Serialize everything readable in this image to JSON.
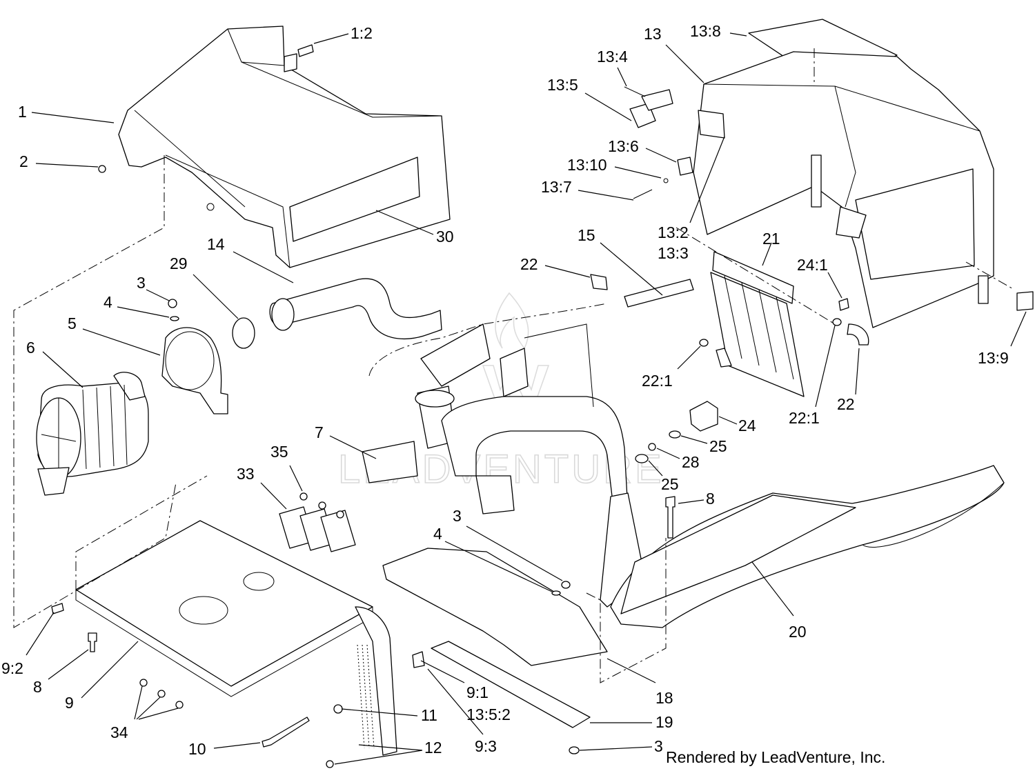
{
  "watermark": {
    "text": "LEADVENTURE"
  },
  "credit": "Rendered by LeadVenture, Inc.",
  "callouts": [
    {
      "id": "1:2",
      "text": "1:2"
    },
    {
      "id": "1",
      "text": "1"
    },
    {
      "id": "2",
      "text": "2"
    },
    {
      "id": "30",
      "text": "30"
    },
    {
      "id": "14",
      "text": "14"
    },
    {
      "id": "29",
      "text": "29"
    },
    {
      "id": "3-a",
      "text": "3"
    },
    {
      "id": "4-a",
      "text": "4"
    },
    {
      "id": "5",
      "text": "5"
    },
    {
      "id": "6",
      "text": "6"
    },
    {
      "id": "7",
      "text": "7"
    },
    {
      "id": "33",
      "text": "33"
    },
    {
      "id": "35",
      "text": "35"
    },
    {
      "id": "9:2",
      "text": "9:2"
    },
    {
      "id": "8-a",
      "text": "8"
    },
    {
      "id": "9",
      "text": "9"
    },
    {
      "id": "34",
      "text": "34"
    },
    {
      "id": "10",
      "text": "10"
    },
    {
      "id": "11",
      "text": "11"
    },
    {
      "id": "12",
      "text": "12"
    },
    {
      "id": "9:1",
      "text": "9:1"
    },
    {
      "id": "13:5:2",
      "text": "13:5:2"
    },
    {
      "id": "9:3",
      "text": "9:3"
    },
    {
      "id": "3-b",
      "text": "3"
    },
    {
      "id": "4-b",
      "text": "4"
    },
    {
      "id": "18",
      "text": "18"
    },
    {
      "id": "19",
      "text": "19"
    },
    {
      "id": "3-c",
      "text": "3"
    },
    {
      "id": "13",
      "text": "13"
    },
    {
      "id": "13:8",
      "text": "13:8"
    },
    {
      "id": "13:4",
      "text": "13:4"
    },
    {
      "id": "13:5",
      "text": "13:5"
    },
    {
      "id": "13:6",
      "text": "13:6"
    },
    {
      "id": "13:10",
      "text": "13:10"
    },
    {
      "id": "13:7",
      "text": "13:7"
    },
    {
      "id": "13:2",
      "text": "13:2"
    },
    {
      "id": "13:3",
      "text": "13:3"
    },
    {
      "id": "15",
      "text": "15"
    },
    {
      "id": "22-a",
      "text": "22"
    },
    {
      "id": "21",
      "text": "21"
    },
    {
      "id": "24:1",
      "text": "24:1"
    },
    {
      "id": "13:9",
      "text": "13:9"
    },
    {
      "id": "22:1-a",
      "text": "22:1"
    },
    {
      "id": "22-b",
      "text": "22"
    },
    {
      "id": "22:1-b",
      "text": "22:1"
    },
    {
      "id": "24",
      "text": "24"
    },
    {
      "id": "25-a",
      "text": "25"
    },
    {
      "id": "28",
      "text": "28"
    },
    {
      "id": "25-b",
      "text": "25"
    },
    {
      "id": "8-b",
      "text": "8"
    },
    {
      "id": "20",
      "text": "20"
    }
  ]
}
